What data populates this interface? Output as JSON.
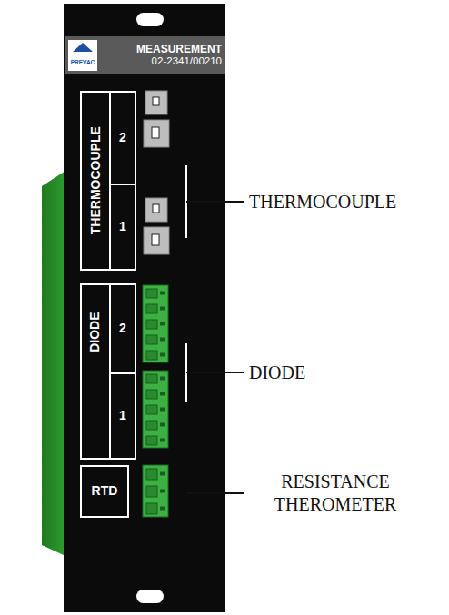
{
  "diagram": {
    "nodes": [
      {
        "text": [
          "PREVAC"
        ]
      },
      {
        "text": [
          "MEASUREMENT",
          "02-2341/00210"
        ]
      },
      {
        "text": [
          "THERMOCOUPLE"
        ]
      },
      {
        "text": [
          "2"
        ],
        "in": 2
      },
      {
        "text": [
          "1"
        ],
        "in": 2
      },
      {
        "text": [
          "DIODE"
        ]
      },
      {
        "text": [
          "2"
        ],
        "in": 5
      },
      {
        "text": [
          "1"
        ],
        "in": 5
      },
      {
        "text": [
          "RTD"
        ]
      }
    ],
    "labels": [
      "THERMOCOUPLE",
      "DIODE",
      "RESISTANCE THEROMETER"
    ]
  }
}
